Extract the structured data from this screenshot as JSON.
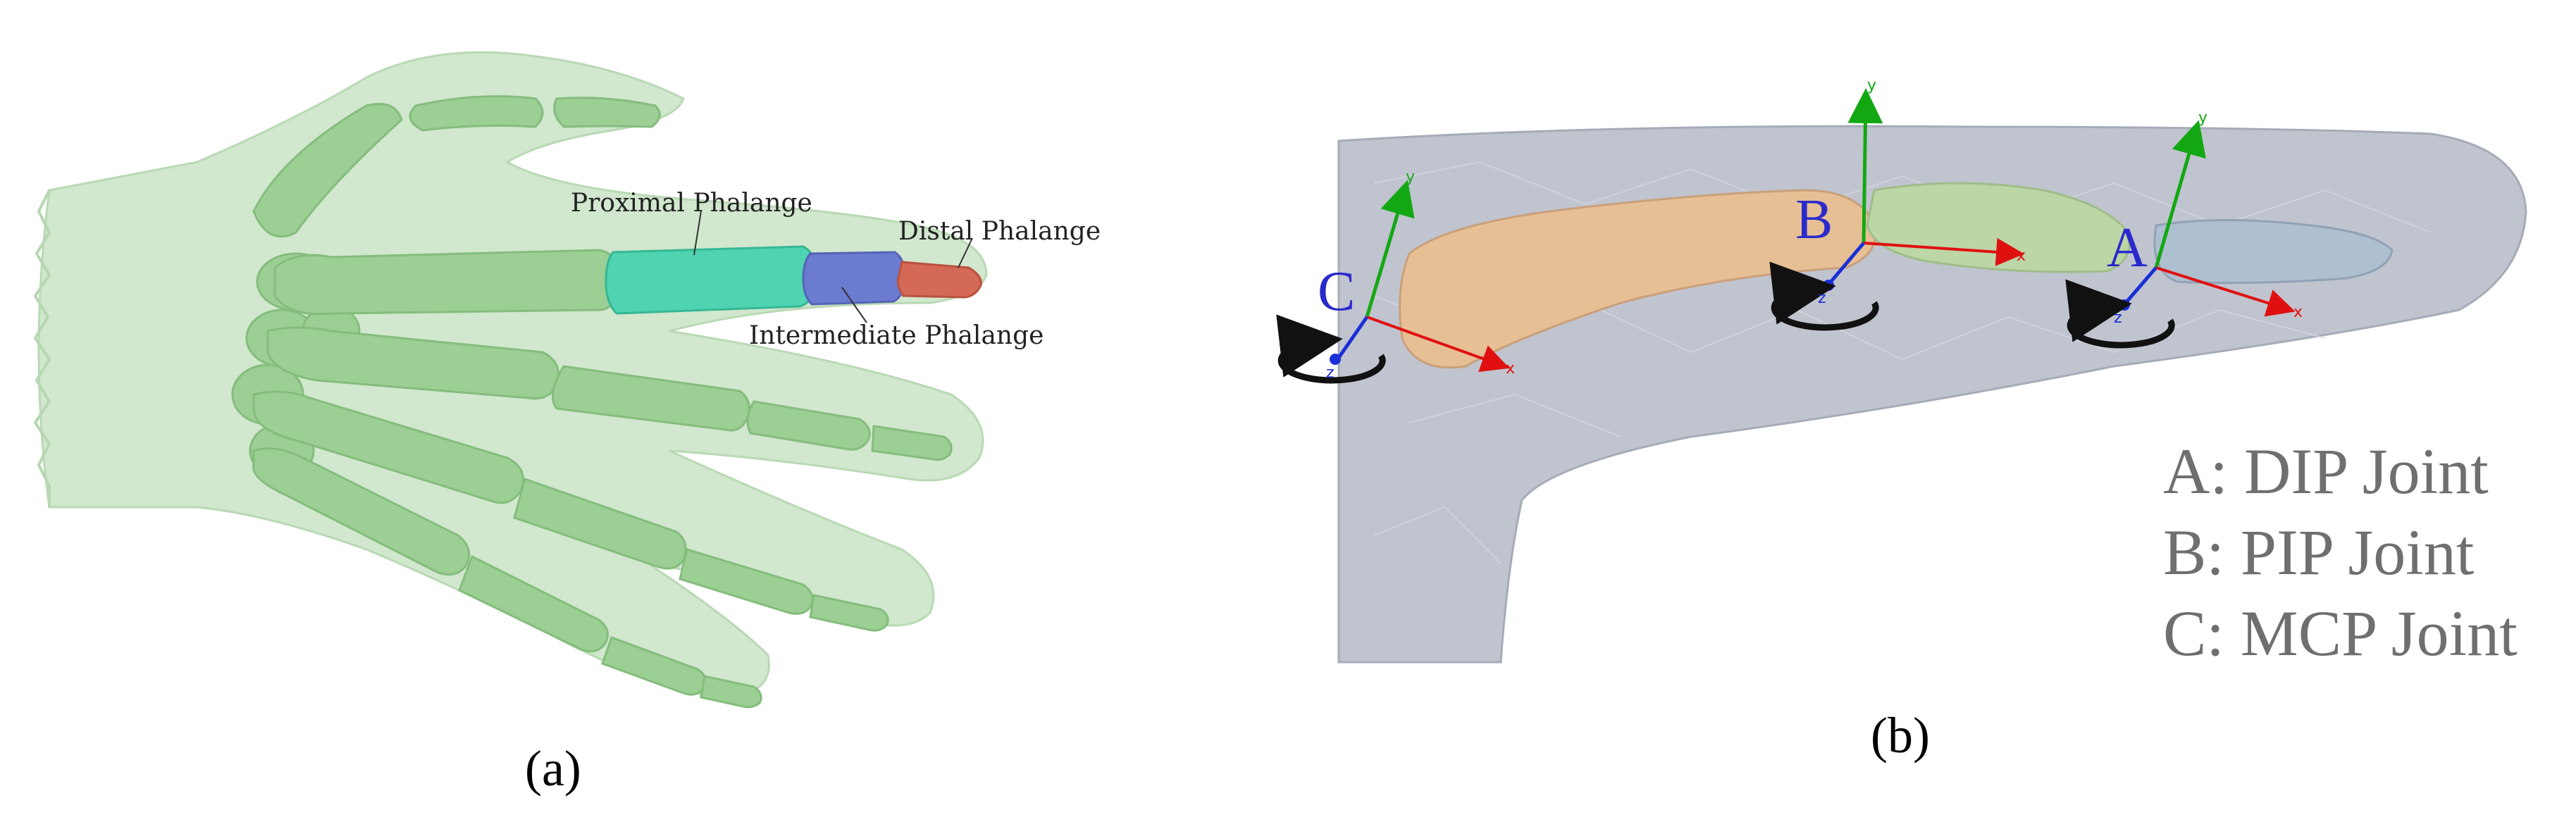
{
  "panel_a": {
    "label": "(a)",
    "annotations": {
      "proximal": "Proximal Phalange",
      "distal": "Distal Phalange",
      "intermediate": "Intermediate Phalange"
    }
  },
  "panel_b": {
    "label": "(b)",
    "joint_markers": {
      "a": "A",
      "b": "B",
      "c": "C"
    },
    "axis_x": "x",
    "axis_y": "y",
    "axis_z": "z",
    "legend": [
      "A: DIP Joint",
      "B: PIP Joint",
      "C: MCP Joint"
    ]
  },
  "colors": {
    "skin_a": "#cfe6cc",
    "bone_a": "#9ccf94",
    "proximal": "#4fd3b0",
    "intermediate": "#6a7bd0",
    "distal": "#d46a55",
    "skin_b": "#c0c4cf",
    "proximal_b": "#e7bf95",
    "intermediate_b": "#bcd6a6",
    "distal_b": "#aebfd0",
    "x_axis": "#e01010",
    "y_axis": "#13a813",
    "z_axis": "#1a2fd8"
  }
}
